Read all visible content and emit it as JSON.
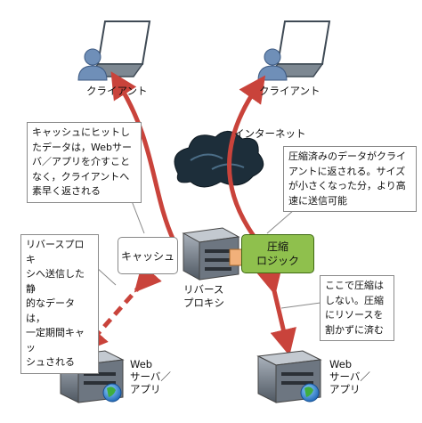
{
  "labels": {
    "client_left": "クライアント",
    "client_right": "クライアント",
    "internet": "インターネット",
    "cache": "キャッシュ",
    "compression_line1": "圧縮",
    "compression_line2": "ロジック",
    "reverse_proxy": "リバース\nプロキシ",
    "web_server_left": "Web\nサーバ／\nアプリ",
    "web_server_right": "Web\nサーバ／\nアプリ"
  },
  "notes": {
    "cache_hit": "キャッシュにヒットし\nたデータは，Webサー\nバ／アプリを介すこと\nなく，クライアントへ\n素早く返される",
    "compressed": "圧縮済みのデータがクライ\nアントに返される。サイズ\nが小さくなった分，より高\n速に送信可能",
    "static_data": "リバースプロキ\nシへ送信した静\n的なデータは，\n一定期間キャッ\nシュされる",
    "no_compress": "ここで圧縮は\nしない。圧縮\nにリソースを\n割かずに済む"
  },
  "colors": {
    "arrow_red": "#c9433b",
    "compression_box": "#8fc04d",
    "cloud": "#1d2e3a",
    "server_body": "#6d7681",
    "laptop_screen": "#ffffff",
    "person": "#6f8fb8"
  },
  "icons": [
    "laptop-icon",
    "person-icon",
    "cloud-icon",
    "server-icon",
    "globe-icon"
  ]
}
